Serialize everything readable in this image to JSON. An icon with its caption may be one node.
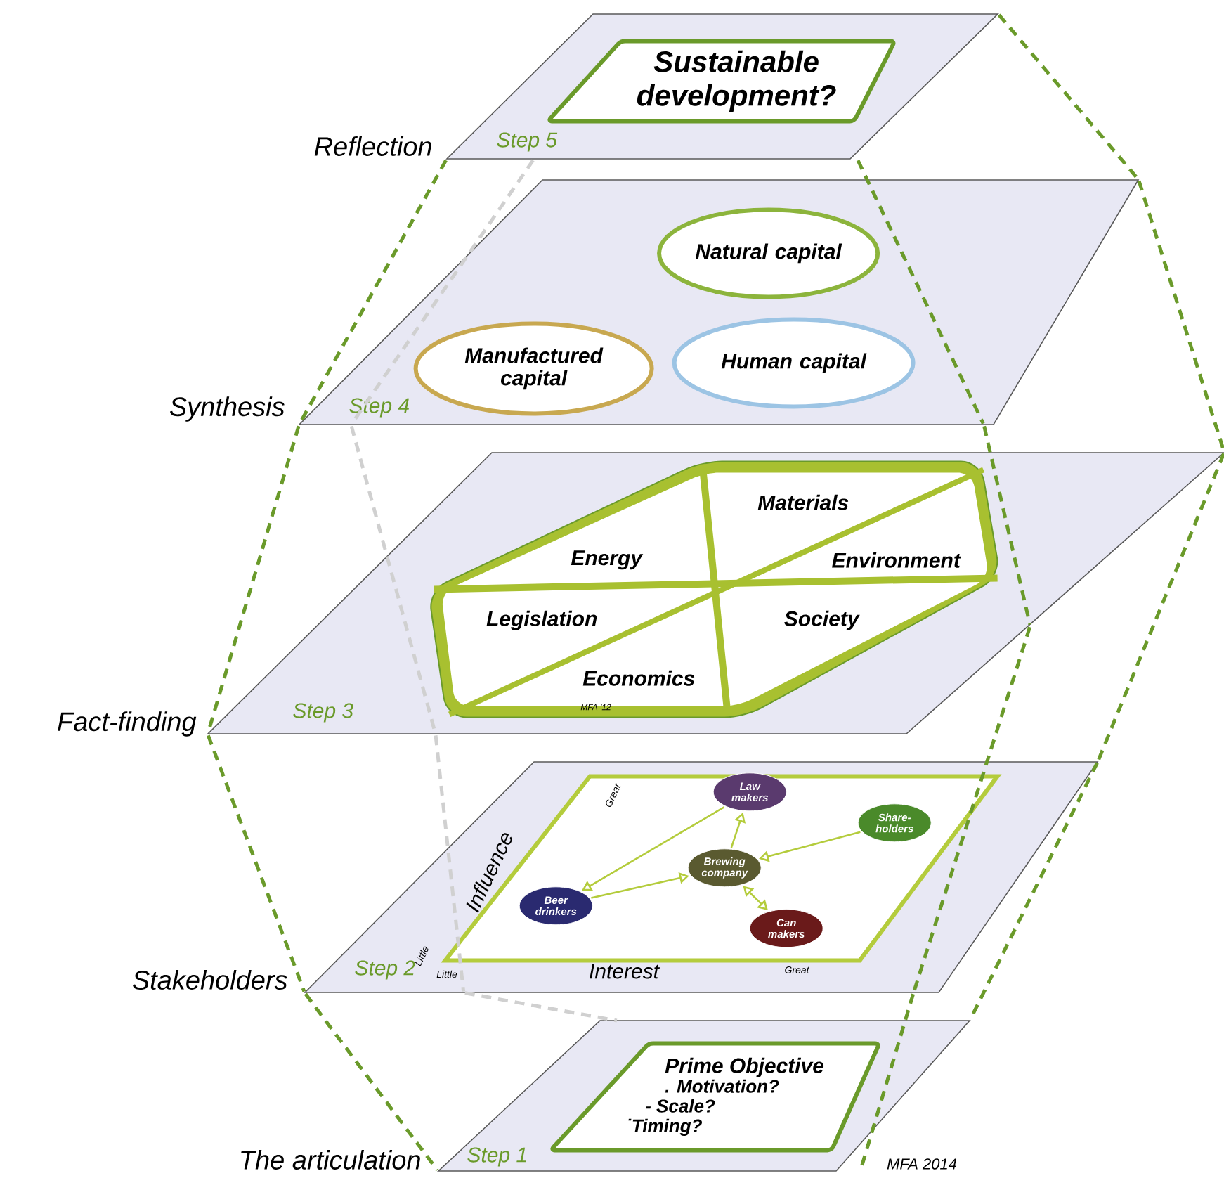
{
  "diagram": {
    "nodes": [
      {
        "text": [
          "Step 5"
        ],
        "beside": [
          "Reflection"
        ]
      },
      {
        "text": [
          "Sustainable development?"
        ],
        "in": 0
      },
      {
        "text": [
          "Step 4"
        ],
        "beside": [
          "Synthesis"
        ]
      },
      {
        "text": [
          "Natural capital"
        ],
        "in": 2
      },
      {
        "text": [
          "Manufactured capital"
        ],
        "in": 2
      },
      {
        "text": [
          "Human capital"
        ],
        "in": 2
      },
      {
        "text": [
          "Step 3"
        ],
        "beside": [
          "Fact-finding"
        ]
      },
      {
        "text": [],
        "shape": "hexagon",
        "in": 6
      },
      {
        "text": [
          "Materials"
        ],
        "in": 7
      },
      {
        "text": [
          "Energy"
        ],
        "in": 7
      },
      {
        "text": [
          "Environment"
        ],
        "in": 7
      },
      {
        "text": [
          "Legislation"
        ],
        "in": 7
      },
      {
        "text": [
          "Society"
        ],
        "in": 7
      },
      {
        "text": [
          "Economics"
        ],
        "in": 7
      },
      {
        "text": [
          "Step 2"
        ],
        "beside": [
          "Stakeholders"
        ]
      },
      {
        "text": [],
        "shape": "box",
        "in": 14
      },
      {
        "text": [
          "Law makers"
        ],
        "in": 15
      },
      {
        "text": [
          "Share-holders"
        ],
        "in": 15
      },
      {
        "text": [
          "Brewing company"
        ],
        "in": 15
      },
      {
        "text": [
          "Beer drinkers"
        ],
        "in": 15
      },
      {
        "text": [
          "Can makers"
        ],
        "in": 15
      },
      {
        "text": [
          "Step 1"
        ],
        "beside": [
          "The articulation"
        ]
      },
      {
        "text": [
          "Prime Objective",
          ". Motivation?",
          "- Scale?",
          "˙Timing?"
        ],
        "in": 21
      }
    ],
    "edges": [
      {
        "from": 0,
        "to": 2,
        "arrow": "none",
        "style": "dashed"
      },
      {
        "from": 2,
        "to": 6,
        "arrow": "none",
        "style": "dashed"
      },
      {
        "from": 6,
        "to": 14,
        "arrow": "none",
        "style": "dashed"
      },
      {
        "from": 14,
        "to": 21,
        "arrow": "none",
        "style": "dashed"
      },
      {
        "from": 0,
        "to": 2,
        "arrow": "none",
        "style": "dashed"
      },
      {
        "from": 2,
        "to": 6,
        "arrow": "none",
        "style": "dashed"
      },
      {
        "from": 6,
        "to": 14,
        "arrow": "none",
        "style": "dashed"
      },
      {
        "from": 14,
        "to": 21,
        "arrow": "none",
        "style": "dashed"
      },
      {
        "from": 0,
        "to": 2,
        "arrow": "none",
        "style": "dashed",
        "color": "#d0d0d0"
      },
      {
        "from": 2,
        "to": 6,
        "arrow": "none",
        "style": "dashed",
        "color": "#d0d0d0"
      },
      {
        "from": 6,
        "to": 14,
        "arrow": "none",
        "style": "dashed",
        "color": "#d0d0d0"
      },
      {
        "from": 14,
        "to": 21,
        "arrow": "none",
        "style": "dashed",
        "color": "#d0d0d0"
      },
      {
        "from": 0,
        "to": 2,
        "arrow": "none",
        "style": "dashed"
      },
      {
        "from": 2,
        "to": 6,
        "arrow": "none",
        "style": "dashed"
      },
      {
        "from": 6,
        "to": 14,
        "arrow": "none",
        "style": "dashed"
      },
      {
        "from": 14,
        "to": 21,
        "arrow": "none",
        "style": "dashed"
      },
      {
        "from": 16,
        "to": 19,
        "arrow": "to",
        "color": "#b4cc3c"
      },
      {
        "from": 19,
        "to": 18,
        "arrow": "to",
        "color": "#b4cc3c"
      },
      {
        "from": 18,
        "to": 16,
        "arrow": "to",
        "color": "#b4cc3c"
      },
      {
        "from": 17,
        "to": 18,
        "arrow": "to",
        "color": "#b4cc3c"
      },
      {
        "from": 18,
        "to": 20,
        "arrow": "both",
        "color": "#b4cc3c"
      }
    ],
    "labels": [
      "Great",
      "Influence",
      "Little",
      "Little",
      "Interest",
      "Great",
      "MFA '12",
      "MFA 2014"
    ]
  }
}
